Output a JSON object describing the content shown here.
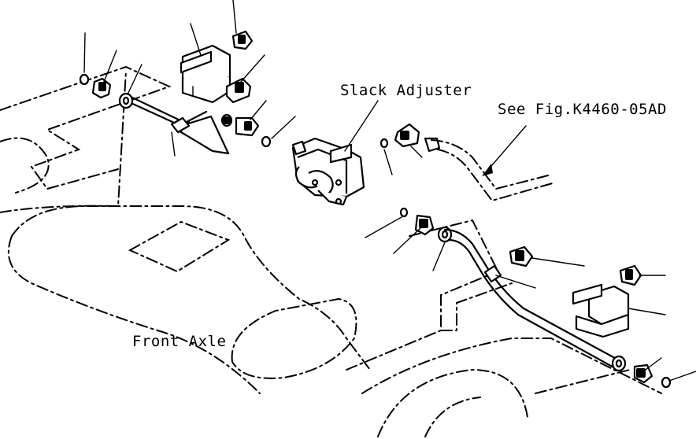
{
  "labels": {
    "slack_adjuster": "Slack Adjuster",
    "see_fig": "See Fig.K4460-05AD",
    "front_axle": "Front Axle"
  }
}
